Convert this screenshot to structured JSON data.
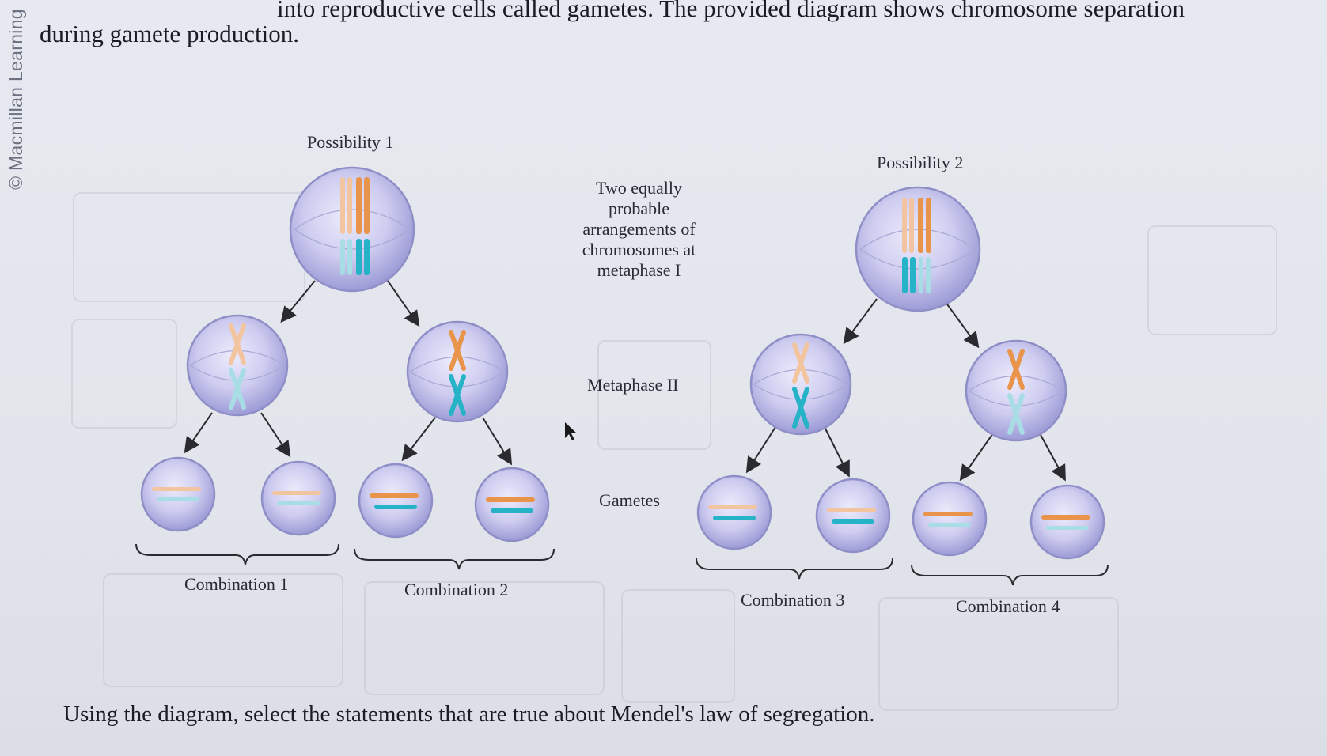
{
  "watermark": "© Macmillan Learning",
  "intro": {
    "line1": "into reproductive cells called gametes. The provided diagram shows chromosome separation",
    "line2": "during gamete production."
  },
  "diagram": {
    "possibility_1": "Possibility 1",
    "possibility_2": "Possibility 2",
    "stage_metaphase_1": [
      "Two equally",
      "probable",
      "arrangements of",
      "chromosomes at",
      "metaphase I"
    ],
    "stage_metaphase_2": "Metaphase II",
    "stage_gametes": "Gametes",
    "combination_1": "Combination 1",
    "combination_2": "Combination 2",
    "combination_3": "Combination 3",
    "combination_4": "Combination 4",
    "colors": {
      "orange": "#e8944a",
      "light_orange": "#f2c4a0",
      "teal": "#27b3c7",
      "light_teal": "#a8dde6",
      "cell_fill": "#c9c8ee",
      "cell_edge": "#8f8fc8"
    }
  },
  "question": "Using the diagram, select the statements that are true about Mendel's law of segregation."
}
